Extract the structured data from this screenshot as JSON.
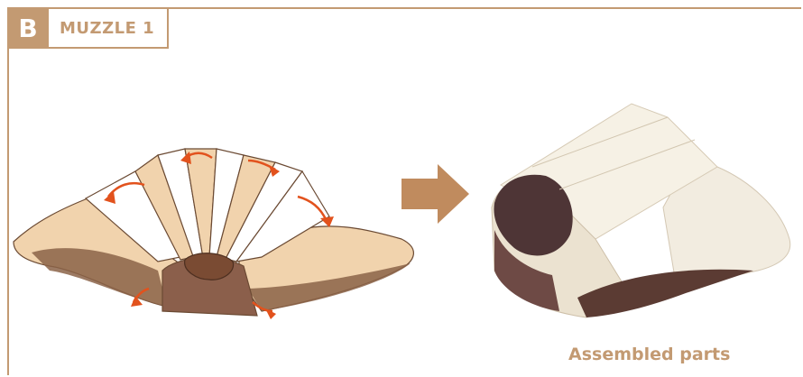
{
  "section": {
    "badge": "B",
    "title": "MUZZLE 1"
  },
  "caption": "Assembled parts",
  "colors": {
    "accent": "#c39a72",
    "fold_arrow": "#e2521d",
    "flap_light": "#f0d3ae",
    "flap_dark": "#9a6a48",
    "nose": "#8a5a44"
  }
}
